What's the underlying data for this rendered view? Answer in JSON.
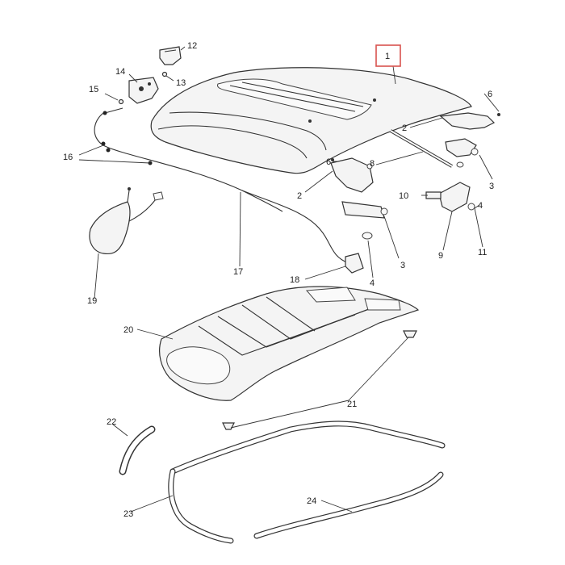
{
  "callouts": [
    "1",
    "2",
    "3",
    "4",
    "6",
    "8",
    "9",
    "10",
    "11",
    "12",
    "13",
    "14",
    "15",
    "16",
    "17",
    "18",
    "19",
    "20",
    "21",
    "22",
    "23",
    "24"
  ],
  "highlight": {
    "label": "1",
    "color": "#d9534f"
  }
}
